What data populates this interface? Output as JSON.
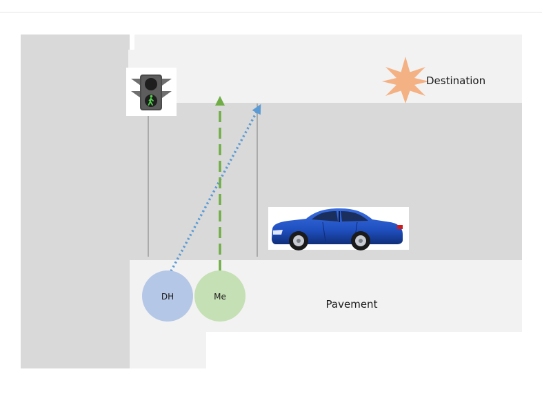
{
  "labels": {
    "destination": "Destination",
    "pavement": "Pavement",
    "dh": "DH",
    "me": "Me"
  },
  "icons": {
    "traffic_light": "pedestrian-traffic-light-icon",
    "star": "destination-star-icon",
    "car": "car-icon"
  },
  "colors": {
    "pavement": "#f2f2f2",
    "road": "#d9d9d9",
    "dh_circle": "#b4c7e7",
    "me_circle": "#c5e0b4",
    "dh_path": "#5b9bd5",
    "me_path": "#70ad47",
    "star": "#f4b183",
    "car": "#1f4fbf"
  }
}
